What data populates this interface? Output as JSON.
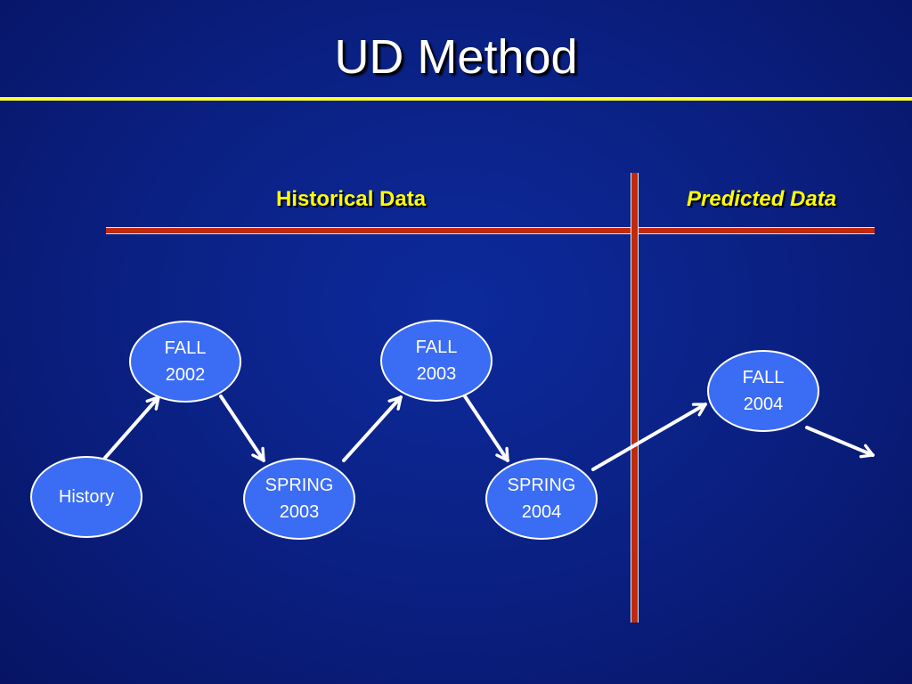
{
  "slide": {
    "title": "UD Method",
    "historical_label": "Historical Data",
    "predicted_label": "Predicted Data"
  },
  "nodes": [
    {
      "id": "history",
      "label": "History"
    },
    {
      "id": "fall-2002",
      "label": "FALL\n2002"
    },
    {
      "id": "spring-2003",
      "label": "SPRING\n2003"
    },
    {
      "id": "fall-2003",
      "label": "FALL\n2003"
    },
    {
      "id": "spring-2004",
      "label": "SPRING\n2004"
    },
    {
      "id": "fall-2004",
      "label": "FALL\n2004"
    }
  ],
  "colors": {
    "background": "#0a1f80",
    "title_rule": "#ffff33",
    "section_label": "#ffff00",
    "divider": "#c02a0a",
    "node_fill": "#3b6cf4",
    "arrow": "#ffffff"
  }
}
